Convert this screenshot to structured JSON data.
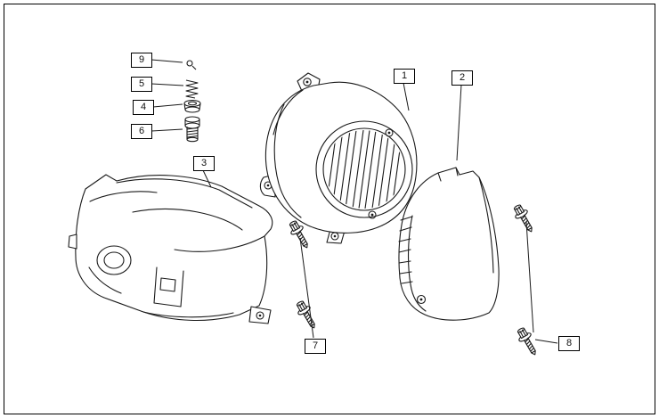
{
  "diagram": {
    "callouts": [
      {
        "label": "1",
        "part": "fan-cover"
      },
      {
        "label": "2",
        "part": "shroud"
      },
      {
        "label": "3",
        "part": "cylinder-head-cover"
      },
      {
        "label": "4",
        "part": "washer-cup"
      },
      {
        "label": "5",
        "part": "spring"
      },
      {
        "label": "6",
        "part": "screw-plug"
      },
      {
        "label": "7",
        "part": "flanged-screw"
      },
      {
        "label": "8",
        "part": "flanged-screw"
      },
      {
        "label": "9",
        "part": "pin"
      }
    ]
  },
  "colors": {
    "background": "#ffffff",
    "line": "#1a1a1a",
    "frame_border": "#000000"
  }
}
